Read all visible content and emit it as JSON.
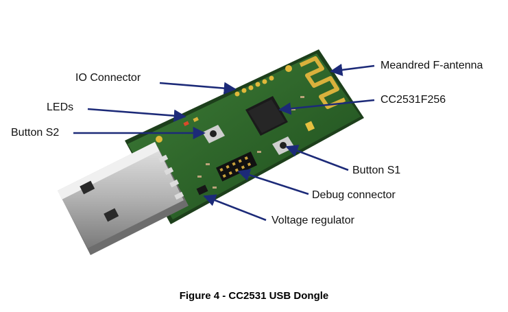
{
  "labels": {
    "meandred_antenna": "Meandred F-antenna",
    "io_connector": "IO Connector",
    "cc2531": "CC2531F256",
    "leds": "LEDs",
    "button_s2": "Button S2",
    "button_s1": "Button S1",
    "debug_connector": "Debug connector",
    "voltage_regulator": "Voltage regulator"
  },
  "caption": "Figure 4 - CC2531 USB Dongle",
  "colors": {
    "arrow": "#1c2a78",
    "pcb": "#2f6a2c",
    "pcb_dark": "#1f4a1e",
    "usb_metal": "#b9b9b9",
    "gold": "#e0b83a"
  }
}
